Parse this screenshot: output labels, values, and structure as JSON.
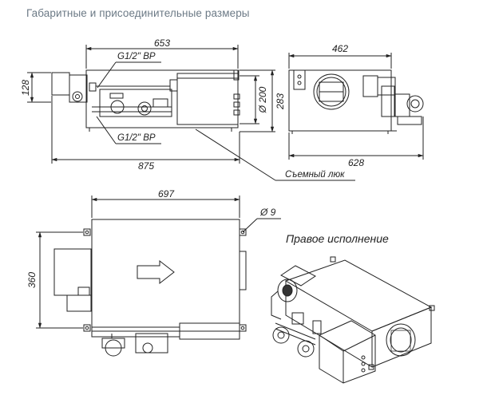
{
  "header": {
    "title": "Габаритные и присоединительные размеры"
  },
  "side_view": {
    "dim_top": "653",
    "dim_left": "128",
    "dim_dia": "Ø 200",
    "dim_right": "283",
    "dim_bottom": "875",
    "pipe_top": "G1/2\" ВР",
    "pipe_bottom": "G1/2\" ВР"
  },
  "front_view": {
    "dim_top": "462",
    "dim_bottom": "628"
  },
  "top_view": {
    "dim_top": "697",
    "dim_left": "360",
    "dim_hole": "Ø 9"
  },
  "callouts": {
    "hatch": "Съемный люк",
    "variant": "Правое исполнение"
  },
  "colors": {
    "line": "#222222",
    "title": "#6c7a86"
  }
}
